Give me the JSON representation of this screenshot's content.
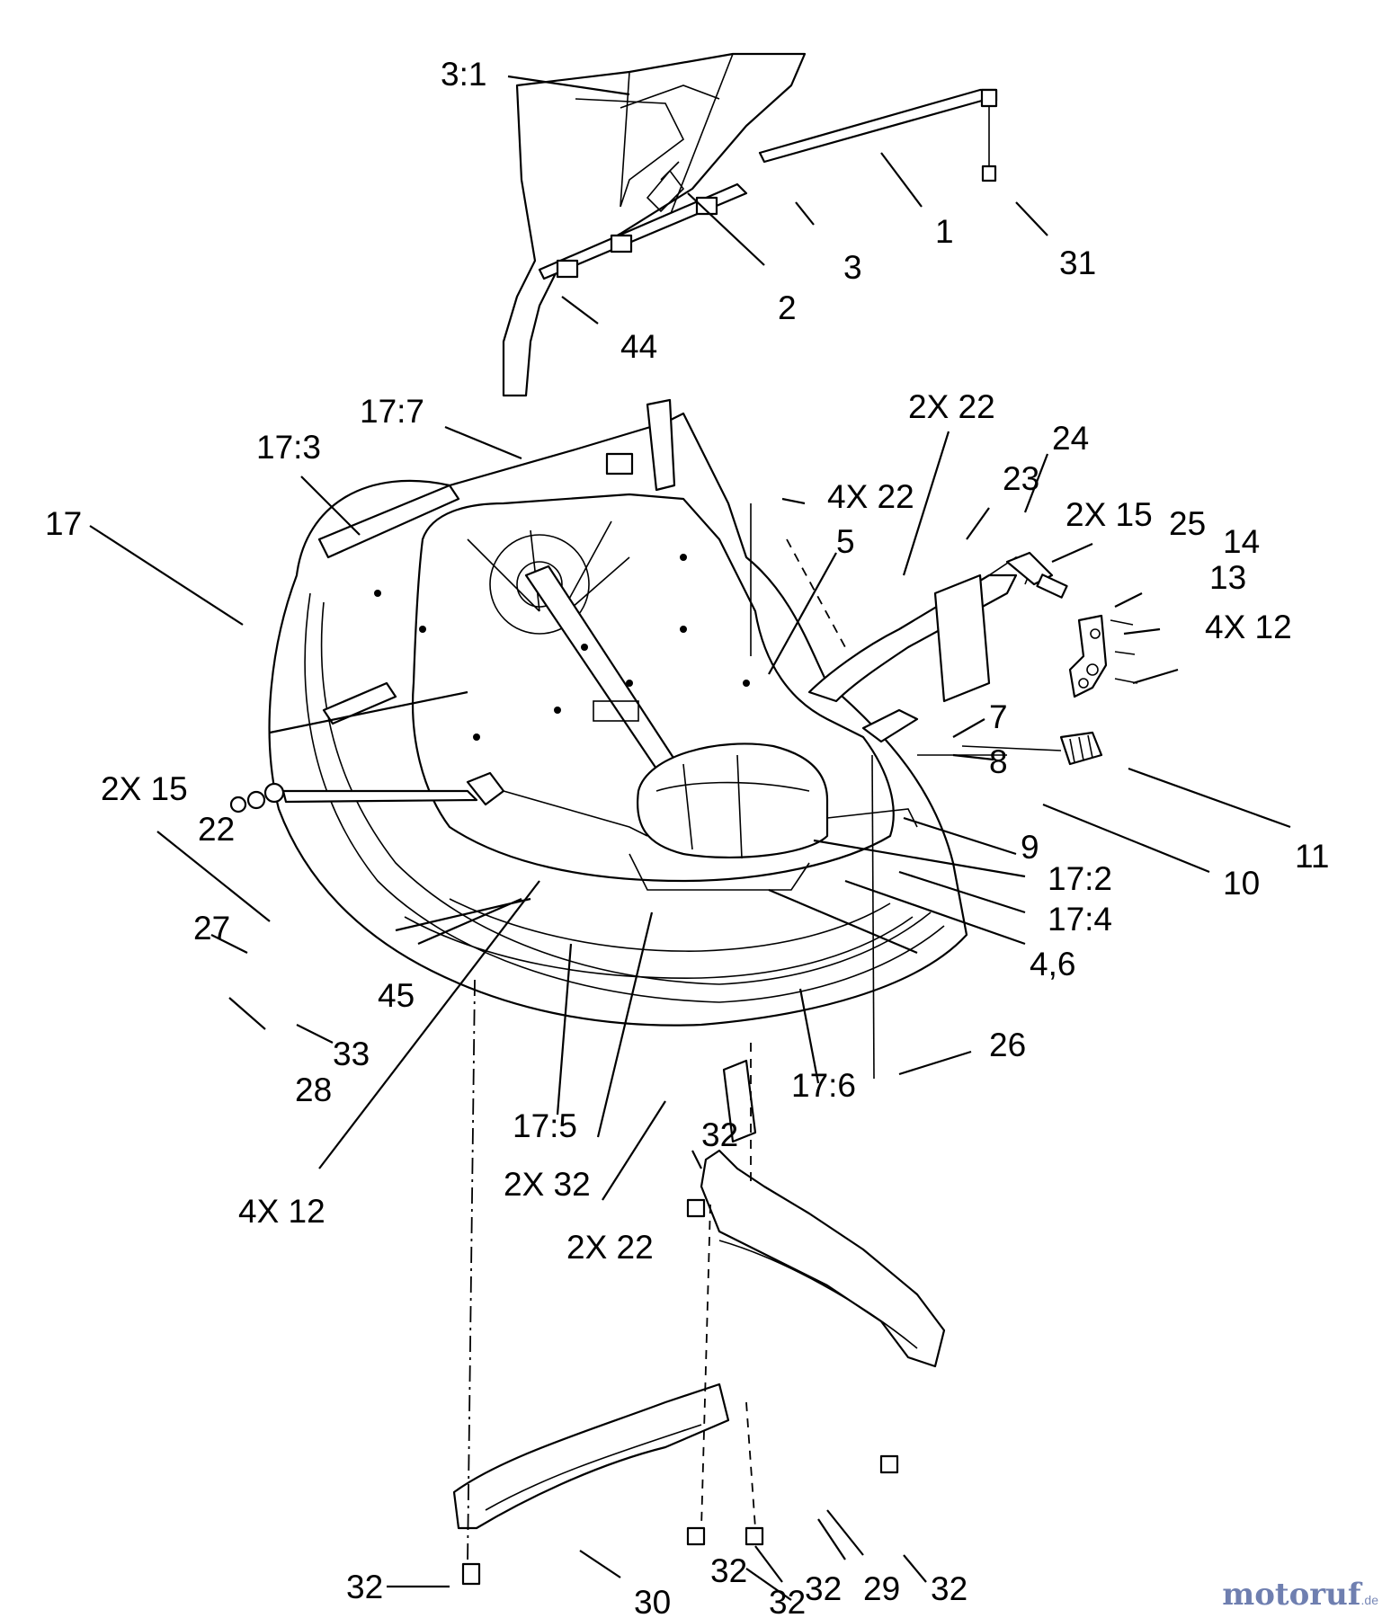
{
  "callouts": {
    "c_3_1": "3:1",
    "c_1": "1",
    "c_31": "31",
    "c_2": "2",
    "c_3": "3",
    "c_44": "44",
    "c_17_7": "17:7",
    "c_17_3": "17:3",
    "c_17": "17",
    "c_2x22_top": "2X 22",
    "c_24": "24",
    "c_23": "23",
    "c_4x22": "4X 22",
    "c_2x15_right": "2X 15",
    "c_25": "25",
    "c_14": "14",
    "c_13": "13",
    "c_5": "5",
    "c_4x12_right": "4X 12",
    "c_7": "7",
    "c_8": "8",
    "c_11": "11",
    "c_9": "9",
    "c_10": "10",
    "c_17_2": "17:2",
    "c_17_4": "17:4",
    "c_4_6": "4,6",
    "c_2x15_left": "2X 15",
    "c_22": "22",
    "c_27": "27",
    "c_45": "45",
    "c_33": "33",
    "c_28": "28",
    "c_26": "26",
    "c_17_6": "17:6",
    "c_17_5": "17:5",
    "c_2x32": "2X 32",
    "c_32_a": "32",
    "c_4x12_left": "4X 12",
    "c_2x22_bottom": "2X 22",
    "c_32_b": "32",
    "c_32_c": "32",
    "c_29": "29",
    "c_32_d": "32",
    "c_32_e": "32",
    "c_30": "30",
    "c_32_f": "32"
  },
  "watermark": {
    "brand": "motoruf",
    "suffix": ".de"
  }
}
